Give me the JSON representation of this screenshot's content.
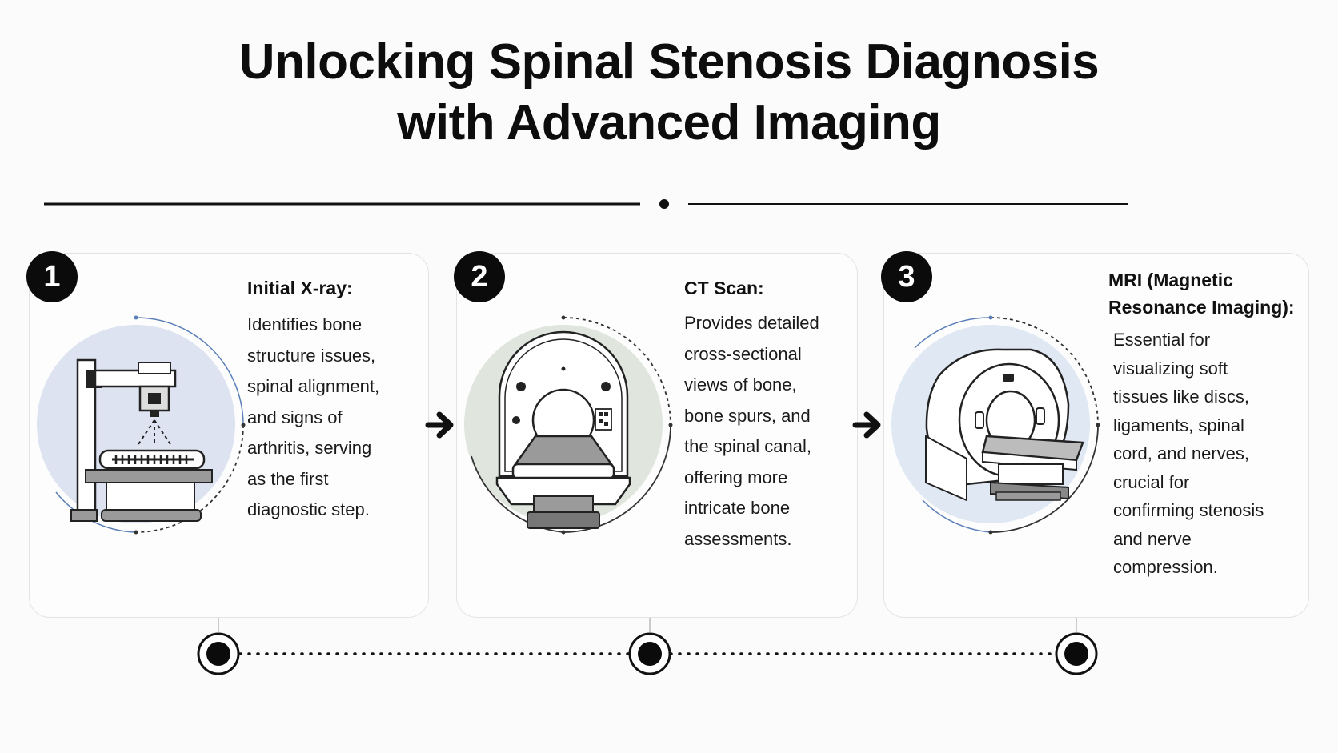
{
  "title": {
    "line1": "Unlocking Spinal Stenosis Diagnosis",
    "line2": "with Advanced Imaging"
  },
  "steps": [
    {
      "number": "1",
      "heading": "Initial X-ray:",
      "body": [
        "Identifies bone",
        "structure issues,",
        "spinal alignment,",
        "and signs of",
        "arthritis, serving",
        "as the first",
        "diagnostic step."
      ],
      "icon": "x-ray-machine-icon",
      "circle_color": "#dde3f0"
    },
    {
      "number": "2",
      "heading": "CT Scan:",
      "body": [
        "Provides detailed",
        "cross-sectional",
        "views of bone,",
        "bone spurs, and",
        "the spinal canal,",
        "offering more",
        "intricate bone",
        "assessments."
      ],
      "icon": "ct-scanner-icon",
      "circle_color": "#e0e6dd"
    },
    {
      "number": "3",
      "heading": [
        "MRI (Magnetic",
        "Resonance Imaging):"
      ],
      "body": [
        "Essential for",
        "visualizing soft",
        "tissues like discs,",
        "ligaments, spinal",
        "cord, and nerves,",
        "crucial for",
        "confirming stenosis",
        "and nerve",
        "compression."
      ],
      "icon": "mri-scanner-icon",
      "circle_color": "#dfe8f3"
    }
  ]
}
